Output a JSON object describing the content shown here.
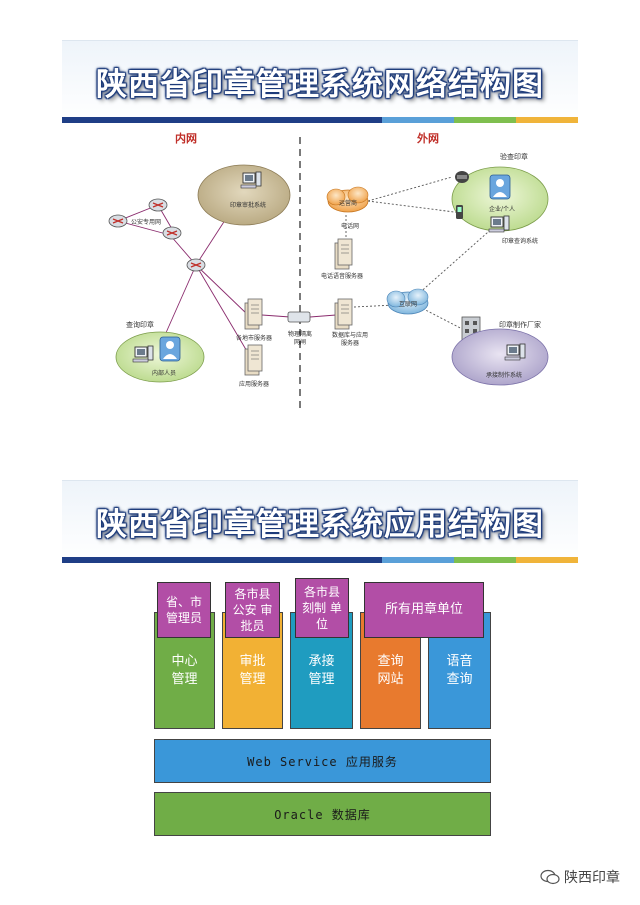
{
  "network": {
    "title": "陕西省印章管理系统网络结构图",
    "inner_label": "内网",
    "outer_label": "外网",
    "nodes": {
      "approval_system": "印章审批系统",
      "police_network": "公安专用网",
      "query_seal": "查询印章",
      "internal_office": "内部人员",
      "city_server": "各地市服务器",
      "app_server": "应用服务器",
      "gateway": "物理隔离网闸",
      "db_server": "数据库与应用服务器",
      "carrier": "运营商",
      "telecom": "电话网",
      "telecom_server": "电话语音服务器",
      "internet": "互联网",
      "verify_seal": "验查印章",
      "enterprise": "企业/个人",
      "seal_query_system": "印章查询系统",
      "manufacturer": "印章制作厂家",
      "production_system": "承接制作系统"
    }
  },
  "application": {
    "title": "陕西省印章管理系统应用结构图",
    "users": [
      {
        "label": "省、市 管理员",
        "color": "#b24ea6"
      },
      {
        "label": "各市县 公安 审批员",
        "color": "#b24ea6"
      },
      {
        "label": "各市县 刻制 单位",
        "color": "#b24ea6"
      },
      {
        "label": "所有用章单位",
        "color": "#b24ea6"
      }
    ],
    "modules": [
      {
        "label": "中心 管理",
        "color": "#70ad47"
      },
      {
        "label": "审批 管理",
        "color": "#f2b134"
      },
      {
        "label": "承接 管理",
        "color": "#1f9cc0"
      },
      {
        "label": "查询 网站",
        "color": "#e87a2e"
      },
      {
        "label": "语音 查询",
        "color": "#3a97d9"
      }
    ],
    "service_layer": {
      "label": "Web Service 应用服务",
      "color": "#3a97d9"
    },
    "db_layer": {
      "label": "Oracle 数据库",
      "color": "#70ad47"
    }
  },
  "watermark": "陕西印章"
}
